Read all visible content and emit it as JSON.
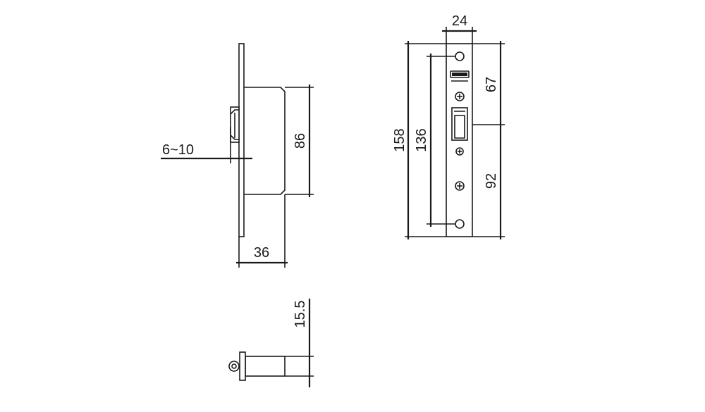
{
  "dimensions": {
    "gap": "6~10",
    "body_height": "86",
    "backset": "36",
    "faceplate_width": "24",
    "faceplate_length": "158",
    "screw_spacing": "136",
    "top_to_latch": "67",
    "latch_to_bottom": "92",
    "thickness": "15.5"
  },
  "faceplate_logo": {
    "brand": "",
    "line": ""
  }
}
